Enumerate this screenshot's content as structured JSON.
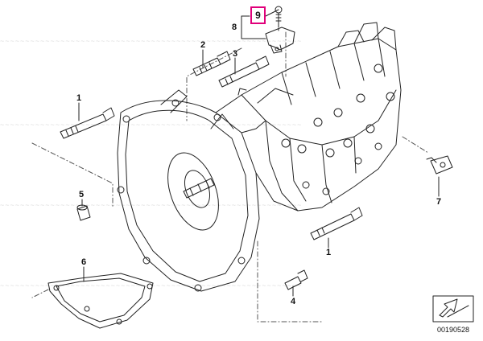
{
  "diagram": {
    "callouts": [
      {
        "id": "c1a",
        "text": "1"
      },
      {
        "id": "c1b",
        "text": "1"
      },
      {
        "id": "c2",
        "text": "2"
      },
      {
        "id": "c3",
        "text": "3"
      },
      {
        "id": "c4",
        "text": "4"
      },
      {
        "id": "c5",
        "text": "5"
      },
      {
        "id": "c6",
        "text": "6"
      },
      {
        "id": "c7",
        "text": "7"
      },
      {
        "id": "c8",
        "text": "8"
      },
      {
        "id": "c9",
        "text": "9"
      }
    ],
    "part_code": "00190528",
    "colors": {
      "line": "#222222",
      "highlight": "#e0007a",
      "dash": "#555555"
    }
  }
}
